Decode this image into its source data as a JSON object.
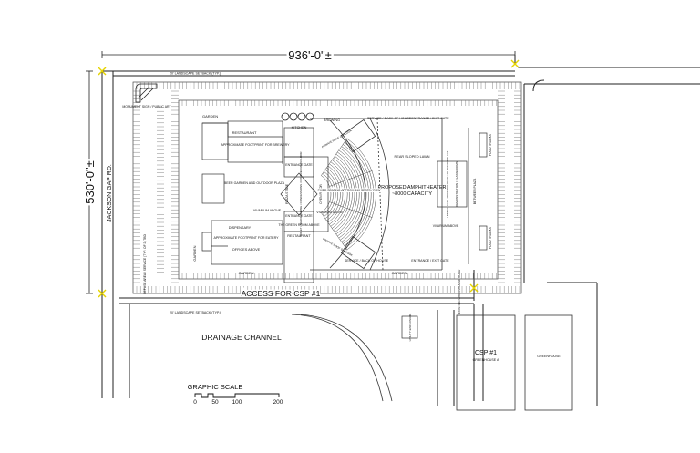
{
  "dimensions": {
    "width_label": "936'-0\"±",
    "height_label": "530'-0\"±"
  },
  "road": {
    "name": "JACKSON GAP RD."
  },
  "setbacks": {
    "top": "20' LANDSCAPE SETBACK (TYP.)",
    "bottom": "20' LANDSCAPE SETBACK (TYP.)"
  },
  "access": {
    "label": "ACCESS FOR CSP #1"
  },
  "drainage": {
    "label": "DRAINAGE CHANNEL"
  },
  "art": {
    "label": "MONUMENT SIGN / PUBLIC ART"
  },
  "west_note": "REFUSE AREA / SERVICE (TYP. OF 2) TBD",
  "gardens": {
    "top": "GARDEN",
    "left": "GARDEN",
    "bottom": "GARDEN",
    "bottom_right": "GARDEN"
  },
  "building": {
    "restaurant_top": "RESTAURANT",
    "brewery": "APPROXIMATE FOOTPRINT FOR BREWERY",
    "kitchen": "KITCHEN",
    "beer_garden": "BEER GARDEN AND OUTDOOR PLAZA",
    "vivarium_above_left": "VIVARIUM ABOVE",
    "dispensary": "DISPENSARY",
    "eatery": "APPROXIMATE FOOTPRINT FOR EATERY",
    "offices": "OFFICES ABOVE",
    "green_room": "THE GREEN ROOM ABOVE",
    "restaurant_bottom": "RESTAURANT",
    "entrance_top": "ENTRANCE GATE",
    "entrance_bottom": "ENTRANCE GATE",
    "plaza_stage": "PLAZA STAGE",
    "amenities": "TOILET / MERCHANDISE / CONCESSIONS / COVERED MAIN FLOOR",
    "open_floor": "OPEN FLOOR",
    "vivarium_above_mid": "VIVARIUM ABOVE"
  },
  "amphitheater": {
    "title": "PROPOSED AMPHITHEATER",
    "capacity": "~8000 CAPACITY",
    "seating": "FIXED SEATING APPROX. 110 SEATS / ROW",
    "lawn": "REAR SLOPED LAWN",
    "brewing": "BREWING",
    "private_top": "PRIVATE ROOF OUTLOOK",
    "private_bottom": "PRIVATE ROOF OUTLOOK"
  },
  "service": {
    "top": "SERVICE / BACK OF HOUSE",
    "bottom": "SERVICE / BACK OF HOUSE"
  },
  "exit_gates": {
    "top": "ENTRANCE / EXIT GATE",
    "bottom": "ENTRANCE / EXIT GATE"
  },
  "east": {
    "food_trucks_top": "FOOD TRUCKS",
    "food_trucks_bottom": "FOOD TRUCKS",
    "plaza": "BETWEEN PLAZA",
    "upper_level": "UPPER LEVEL ROOFTOP DECK / OUTDOOR PLAZA",
    "classrooms": "DEMONSTRATION / CLASSROOMS",
    "vivarium": "VIVARIUM ABOVE"
  },
  "utility": {
    "label": "UTILITY ENCLOSURE"
  },
  "greenhouse_road": "EXISTING GREENHOUSE ROAD",
  "csp": {
    "name": "CSP #1",
    "greenhouse_a": "GREENHOUSE A",
    "greenhouse": "GREENHOUSE"
  },
  "scale": {
    "title": "GRAPHIC SCALE",
    "ticks": [
      "0",
      "50",
      "100",
      "200"
    ]
  }
}
